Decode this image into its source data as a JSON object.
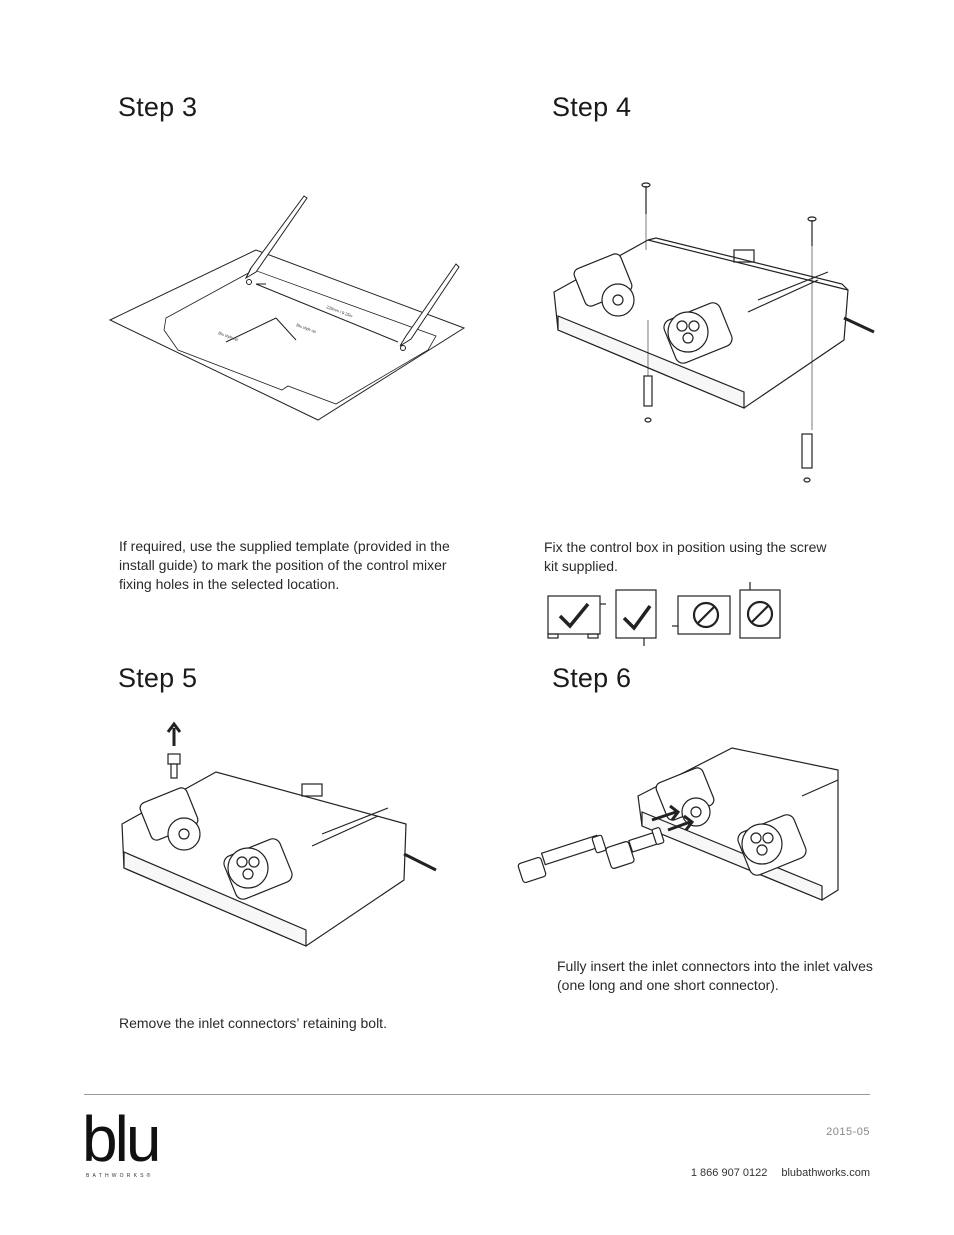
{
  "steps": {
    "s3": {
      "title": "Step 3",
      "text": "If required, use the supplied template (provided in the install guide) to mark the position of the control mixer fixing holes in the selected location."
    },
    "s4": {
      "title": "Step 4",
      "text": "Fix the control box in position using the screw kit supplied."
    },
    "s5": {
      "title": "Step 5",
      "text": "Remove the inlet connectors’ retaining bolt."
    },
    "s6": {
      "title": "Step 6",
      "text": "Fully insert the inlet connectors into the inlet valves (one long and one short connector)."
    }
  },
  "footer": {
    "logo": "blu",
    "logo_sub": "BATHWORKS®",
    "date": "2015-05",
    "phone": "1 866 907 0122",
    "website": "blubathworks.com"
  }
}
